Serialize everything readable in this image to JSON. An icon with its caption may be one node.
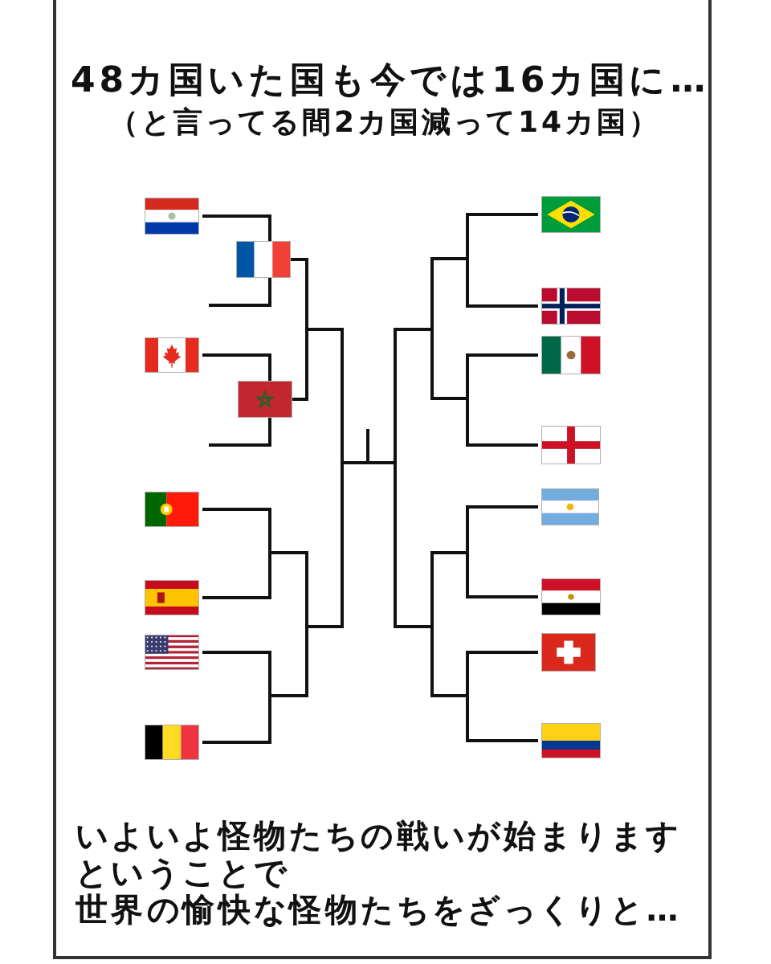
{
  "diagram": {
    "title": "48カ国いた国も今では16カ国に…",
    "nodes": [
      {
        "text": [],
        "shape": "picture"
      },
      {
        "text": [],
        "shape": "picture"
      },
      {
        "text": [],
        "shape": "picture"
      },
      {
        "text": [],
        "shape": "picture"
      },
      {
        "text": [],
        "shape": "picture"
      },
      {
        "text": [],
        "shape": "picture"
      },
      {
        "text": [],
        "shape": "picture"
      },
      {
        "text": [],
        "shape": "picture"
      },
      {
        "text": [],
        "shape": "picture"
      },
      {
        "text": [],
        "shape": "picture"
      },
      {
        "text": [],
        "shape": "picture"
      },
      {
        "text": [],
        "shape": "picture"
      },
      {
        "text": [],
        "shape": "picture"
      },
      {
        "text": [],
        "shape": "picture"
      },
      {
        "text": [],
        "shape": "picture"
      },
      {
        "text": [],
        "shape": "picture"
      }
    ],
    "edges": [
      {
        "from": 0,
        "to": 1,
        "arrow": "none"
      },
      {
        "from": null,
        "to": 1,
        "arrow": "none"
      },
      {
        "from": 1,
        "to": null,
        "arrow": "none"
      },
      {
        "from": 2,
        "to": 3,
        "arrow": "none"
      },
      {
        "from": null,
        "to": 3,
        "arrow": "none"
      },
      {
        "from": 3,
        "to": null,
        "arrow": "none"
      },
      {
        "from": 4,
        "to": null,
        "arrow": "none"
      },
      {
        "from": 5,
        "to": null,
        "arrow": "none"
      },
      {
        "from": 6,
        "to": null,
        "arrow": "none"
      },
      {
        "from": 7,
        "to": null,
        "arrow": "none"
      },
      {
        "from": 8,
        "to": null,
        "arrow": "none"
      },
      {
        "from": 9,
        "to": null,
        "arrow": "none"
      },
      {
        "from": 10,
        "to": null,
        "arrow": "none"
      },
      {
        "from": 11,
        "to": null,
        "arrow": "none"
      },
      {
        "from": 12,
        "to": null,
        "arrow": "none"
      },
      {
        "from": 13,
        "to": null,
        "arrow": "none"
      },
      {
        "from": 14,
        "to": null,
        "arrow": "none"
      },
      {
        "from": 15,
        "to": null,
        "arrow": "none"
      }
    ],
    "labels": [
      "（と言ってる間2カ国減って14カ国）",
      "いよいよ怪物たちの戦いが始まります",
      "ということで",
      "世界の愉快な怪物たちをざっくりと…"
    ]
  }
}
